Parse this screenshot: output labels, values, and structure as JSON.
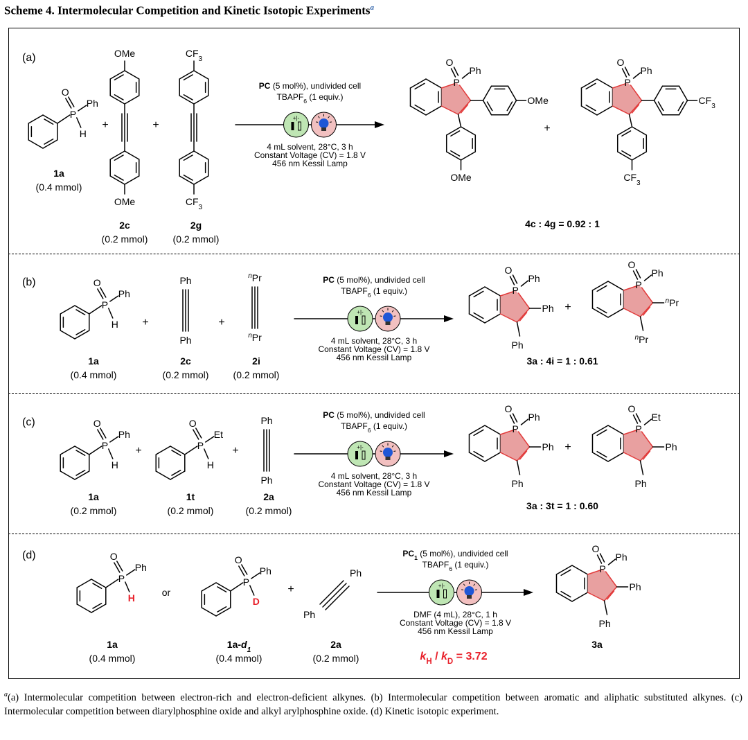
{
  "title": {
    "text": "Scheme 4. Intermolecular Competition and Kinetic Isotopic Experiments",
    "mark": "a"
  },
  "cond": {
    "pc": "PC",
    "pc1_base": "PC",
    "pc1_sub": "1",
    "pc_rest": " (5 mol%), undivided cell",
    "tba_pre": "TBAPF",
    "tba_sub": "6",
    "tba_post": " (1 equiv.)",
    "solvent": "4 mL solvent, 28°C, 3 h",
    "solvent_d": "DMF (4 mL), 28°C, 1 h",
    "voltage": "Constant Voltage (CV) = 1.8 V",
    "lamp": "456 nm Kessil Lamp",
    "electrode": "+|-"
  },
  "grp": {
    "Ph": "Ph",
    "P": "P",
    "O": "O",
    "H": "H",
    "D": "D",
    "Et": "Et",
    "Pr": "Pr",
    "n": "n",
    "OMe": "OMe",
    "CF": "CF",
    "three": "3",
    "plus": "+",
    "or": "or"
  },
  "panels": {
    "a": {
      "label": "(a)",
      "c1": {
        "name": "1a",
        "amt": "(0.4 mmol)"
      },
      "c2": {
        "name": "2c",
        "amt": "(0.2 mmol)"
      },
      "c3": {
        "name": "2g",
        "amt": "(0.2 mmol)"
      },
      "ratio": "4c : 4g = 0.92 : 1"
    },
    "b": {
      "label": "(b)",
      "c1": {
        "name": "1a",
        "amt": "(0.4 mmol)"
      },
      "c2": {
        "name": "2c",
        "amt": "(0.2 mmol)"
      },
      "c3": {
        "name": "2i",
        "amt": "(0.2 mmol)"
      },
      "ratio": "3a : 4i = 1 : 0.61"
    },
    "c": {
      "label": "(c)",
      "c1": {
        "name": "1a",
        "amt": "(0.2 mmol)"
      },
      "c2": {
        "name": "1t",
        "amt": "(0.2 mmol)"
      },
      "c3": {
        "name": "2a",
        "amt": "(0.2 mmol)"
      },
      "ratio": "3a : 3t = 1 : 0.60"
    },
    "d": {
      "label": "(d)",
      "c1": {
        "name": "1a",
        "amt": "(0.4 mmol)"
      },
      "c2": {
        "name": "1a-",
        "name_sub": "d",
        "name_sub2": "1",
        "amt": "(0.4 mmol)"
      },
      "c3": {
        "name": "2a",
        "amt": "(0.2 mmol)"
      },
      "product": "3a",
      "kie": {
        "k": "k",
        "h": "H",
        "slash": " / ",
        "d": "D",
        "value": " = 3.72"
      }
    }
  },
  "colors": {
    "highlight": "#e8a0a0",
    "ring_red": "#e23b3b",
    "electrode_circle": "#bfe6b4",
    "lamp_circle": "#f2c0c0",
    "bulb": "#1f57d6",
    "kie": "#e8202a"
  },
  "footnote": {
    "mark": "a",
    "text": "(a) Intermolecular competition between electron-rich and electron-deficient alkynes. (b) Intermolecular competition between aromatic and aliphatic substituted alkynes. (c) Intermolecular competition between diarylphosphine oxide and alkyl arylphosphine oxide. (d) Kinetic isotopic experiment."
  }
}
